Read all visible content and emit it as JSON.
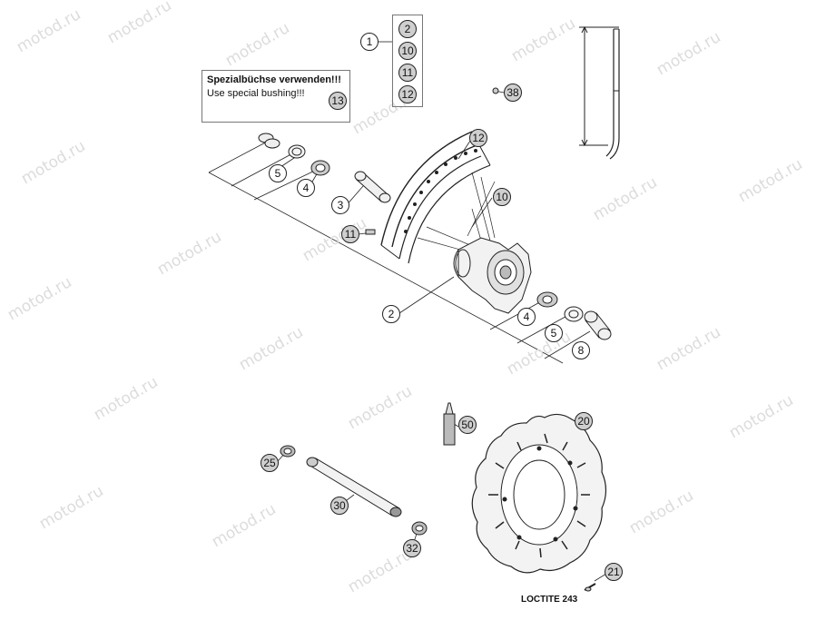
{
  "watermark": {
    "text": "motod.ru"
  },
  "note": {
    "line1": "Spezialbüchse verwenden!!!",
    "line2": "Use special bushing!!!"
  },
  "loctite": "LOCTITE 243",
  "callouts": {
    "c1": "1",
    "c2": "2",
    "c10": "10",
    "c11": "11",
    "c12": "12",
    "c13": "13",
    "c38": "38",
    "c12b": "12",
    "c10b": "10",
    "c5a": "5",
    "c4a": "4",
    "c3": "3",
    "c11b": "11",
    "c2b": "2",
    "c4b": "4",
    "c5b": "5",
    "c8": "8",
    "c50": "50",
    "c20": "20",
    "c25": "25",
    "c30": "30",
    "c32": "32",
    "c21": "21"
  }
}
